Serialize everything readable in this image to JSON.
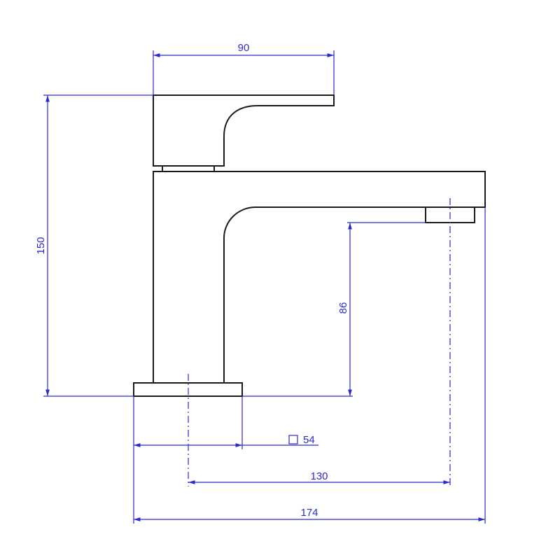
{
  "dimensions": {
    "handle_width": "90",
    "total_height": "150",
    "spout_height": "86",
    "base_size": "54",
    "spout_reach": "130",
    "total_depth": "174"
  },
  "colors": {
    "outline": "#1a1a1a",
    "dimension": "#2a2ad0"
  }
}
